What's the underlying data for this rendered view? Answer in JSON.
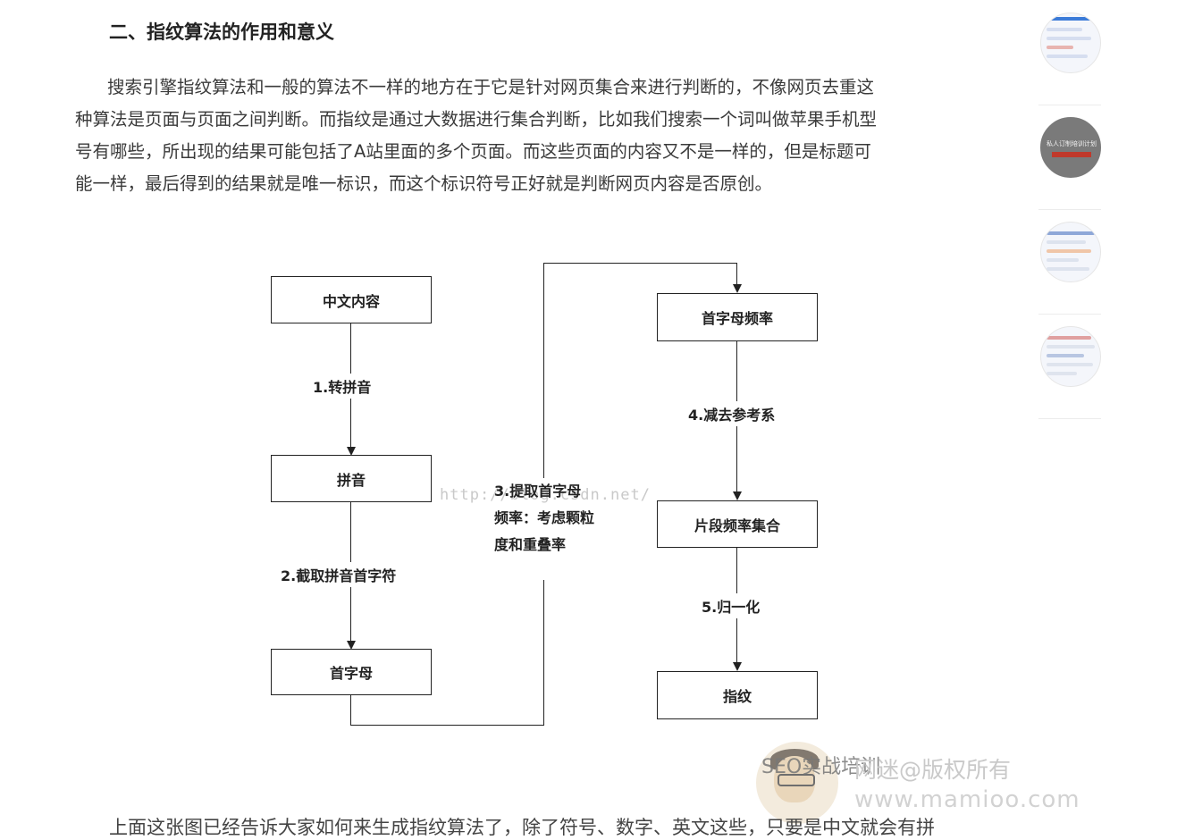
{
  "article": {
    "heading": "二、指纹算法的作用和意义",
    "paragraph_lines": [
      "搜索引擎指纹算法和一般的算法不一样的地方在于它是针对网页集合来进行判断的，不像网页去重这",
      "种算法是页面与页面之间判断。而指纹是通过大数据进行集合判断，比如我们搜索一个词叫做苹果手机型",
      "号有哪些，所出现的结果可能包括了A站里面的多个页面。而这些页面的内容又不是一样的，但是标题可",
      "能一样，最后得到的结果就是唯一标识，而这个标识符号正好就是判断网页内容是否原创。"
    ],
    "bottom_text": "上面这张图已经告诉大家如何来生成指纹算法了，除了符号、数字、英文这些，只要是中文就会有拼"
  },
  "flowchart": {
    "boxes": {
      "chinese_content": "中文内容",
      "pinyin": "拼音",
      "initials": "首字母",
      "initial_frequency": "首字母频率",
      "segment_frequency_set": "片段频率集合",
      "fingerprint": "指纹"
    },
    "steps": {
      "step1": "1.转拼音",
      "step2": "2.截取拼音首字符",
      "step3_lines": [
        "3.提取首字母",
        "频率：考虑颗粒",
        "度和重叠率"
      ],
      "step4": "4.减去参考系",
      "step5": "5.归一化"
    },
    "url_watermark": "http://blog.csdn.net/"
  },
  "watermarks": {
    "brand": "SEO实战培训",
    "copyright": "网迷@版权所有",
    "site": "www.mamioo.com"
  },
  "sidebar": {
    "thumbnails": [
      {
        "name": "related-article-thumb-1"
      },
      {
        "name": "related-article-thumb-2",
        "caption": "私人订制培训计划"
      },
      {
        "name": "related-article-thumb-3"
      },
      {
        "name": "related-article-thumb-4"
      }
    ]
  },
  "colors": {
    "line": "#222222",
    "accent_blue": "#3b7bd8",
    "accent_red": "#c0392b"
  }
}
